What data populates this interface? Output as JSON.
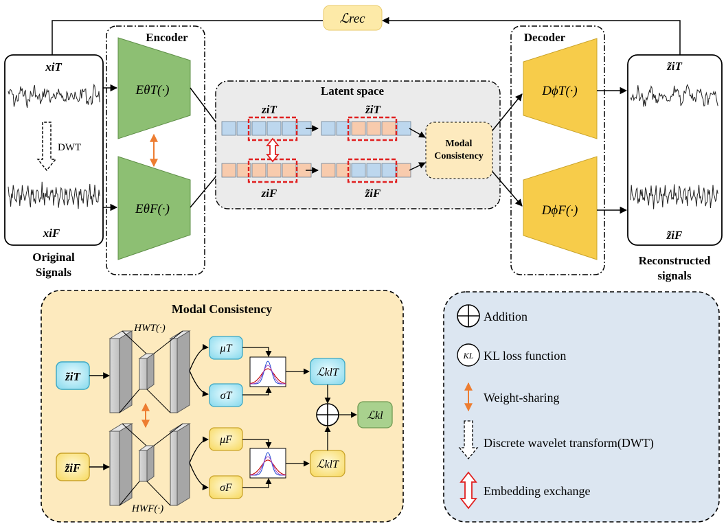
{
  "reconstruction_loss": "ℒrec",
  "original_signals": {
    "title_line1": "Original",
    "title_line2": "Signals",
    "time_label": "xiT",
    "freq_label": "xiF",
    "dwt_label": "DWT"
  },
  "encoder": {
    "title": "Encoder",
    "time_label": "EθT(·)",
    "freq_label": "EθF(·)"
  },
  "latent_space": {
    "title": "Latent space",
    "z_time": "ziT",
    "z_freq": "ziF",
    "z_tilde_time": "z̃iT",
    "z_tilde_freq": "z̃iF",
    "modal_consistency_line1": "Modal",
    "modal_consistency_line2": "Consistency"
  },
  "decoder": {
    "title": "Decoder",
    "time_label": "DϕT(·)",
    "freq_label": "DϕF(·)"
  },
  "reconstructed_signals": {
    "title_line1": "Reconstructed",
    "title_line2": "signals",
    "time_label": "z̃iT",
    "freq_label": "z̃iF"
  },
  "modal_consistency_panel": {
    "title": "Modal Consistency",
    "input_time": "z̃iT",
    "input_freq": "z̃iF",
    "net_time": "HWT(·)",
    "net_freq": "HWF(·)",
    "mu_time": "μT",
    "sigma_time": "σT",
    "mu_freq": "μF",
    "sigma_freq": "σF",
    "kl_time": "ℒklT",
    "kl_freq": "ℒklT",
    "kl_total": "ℒkl"
  },
  "legend": {
    "items": [
      {
        "icon": "addition-icon",
        "label": "Addition"
      },
      {
        "icon": "kl-icon",
        "icon_text": "KL",
        "label": "KL loss function"
      },
      {
        "icon": "weight-sharing-icon",
        "label": "Weight-sharing"
      },
      {
        "icon": "dwt-arrow-icon",
        "label": "Discrete wavelet transform(DWT)"
      },
      {
        "icon": "embedding-exchange-icon",
        "label": "Embedding exchange"
      }
    ]
  },
  "colors": {
    "encoder_green": "#8dbf73",
    "decoder_yellow": "#f7cc4a",
    "latent_bg": "#ebebeb",
    "mc_fill": "#fde9bd",
    "rec_fill": "#fdeaa8",
    "legend_bg": "#dce6f1",
    "token_blue": "#bdd7ee",
    "token_peach": "#f8cbad",
    "cyan_box": "#aee7f5",
    "yellow_box": "#fde68c",
    "kl_green": "#a9d18e",
    "exchange_red": "#e02020",
    "weight_orange": "#ed7d31"
  }
}
